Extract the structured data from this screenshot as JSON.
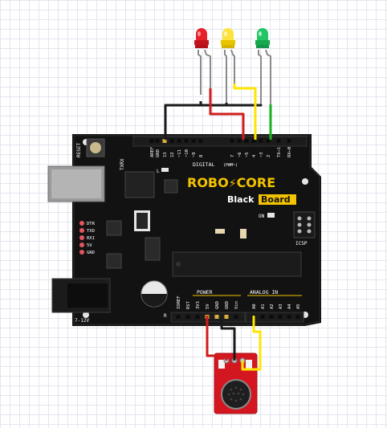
{
  "colors": {
    "board": "#121212",
    "header": "#1a1a1a",
    "pad": "#d9b13a",
    "brand_yellow": "#f2c300",
    "wire_black": "#1a1a1a",
    "wire_red": "#d11b1b",
    "wire_yellow": "#ffe600",
    "wire_green": "#19b31f",
    "led_red": "#e8222b",
    "led_yellow": "#ffe23b",
    "led_green": "#23c466",
    "sensor_board": "#d41620"
  },
  "leds": [
    {
      "name": "led-red",
      "color": "red"
    },
    {
      "name": "led-yellow",
      "color": "yellow"
    },
    {
      "name": "led-green",
      "color": "green"
    }
  ],
  "board": {
    "brand_top": "ROBO",
    "brand_bolt": "⚡",
    "brand_bottom": "CORE",
    "brand_black": "Black",
    "brand_board": "Board",
    "digital_label": "DIGITAL",
    "pwm_label": "(PWM~)",
    "power_label": "POWER",
    "analog_label": "ANALOG IN",
    "on_label": "ON",
    "icsp_label": "ICSP",
    "voltage_label": "7-12V",
    "reset_label": "RESET",
    "txrx_label": "TXRX",
    "l_label": "L",
    "r_label": "R",
    "digital_pins": [
      "AREF",
      "GND",
      "13",
      "12",
      "~11",
      "~10",
      "~9",
      "8",
      "7",
      "~6",
      "~5",
      "4",
      "~3",
      "2",
      "TX→1",
      "RX←0"
    ],
    "power_pins": [
      "IOREF",
      "RST",
      "3V3",
      "5V",
      "GND",
      "GND",
      "Vin"
    ],
    "analog_pins": [
      "A0",
      "A1",
      "A2",
      "A3",
      "A4",
      "A5"
    ],
    "status_leds": [
      "DTR",
      "TXD",
      "RXI",
      "5V",
      "GND"
    ]
  }
}
